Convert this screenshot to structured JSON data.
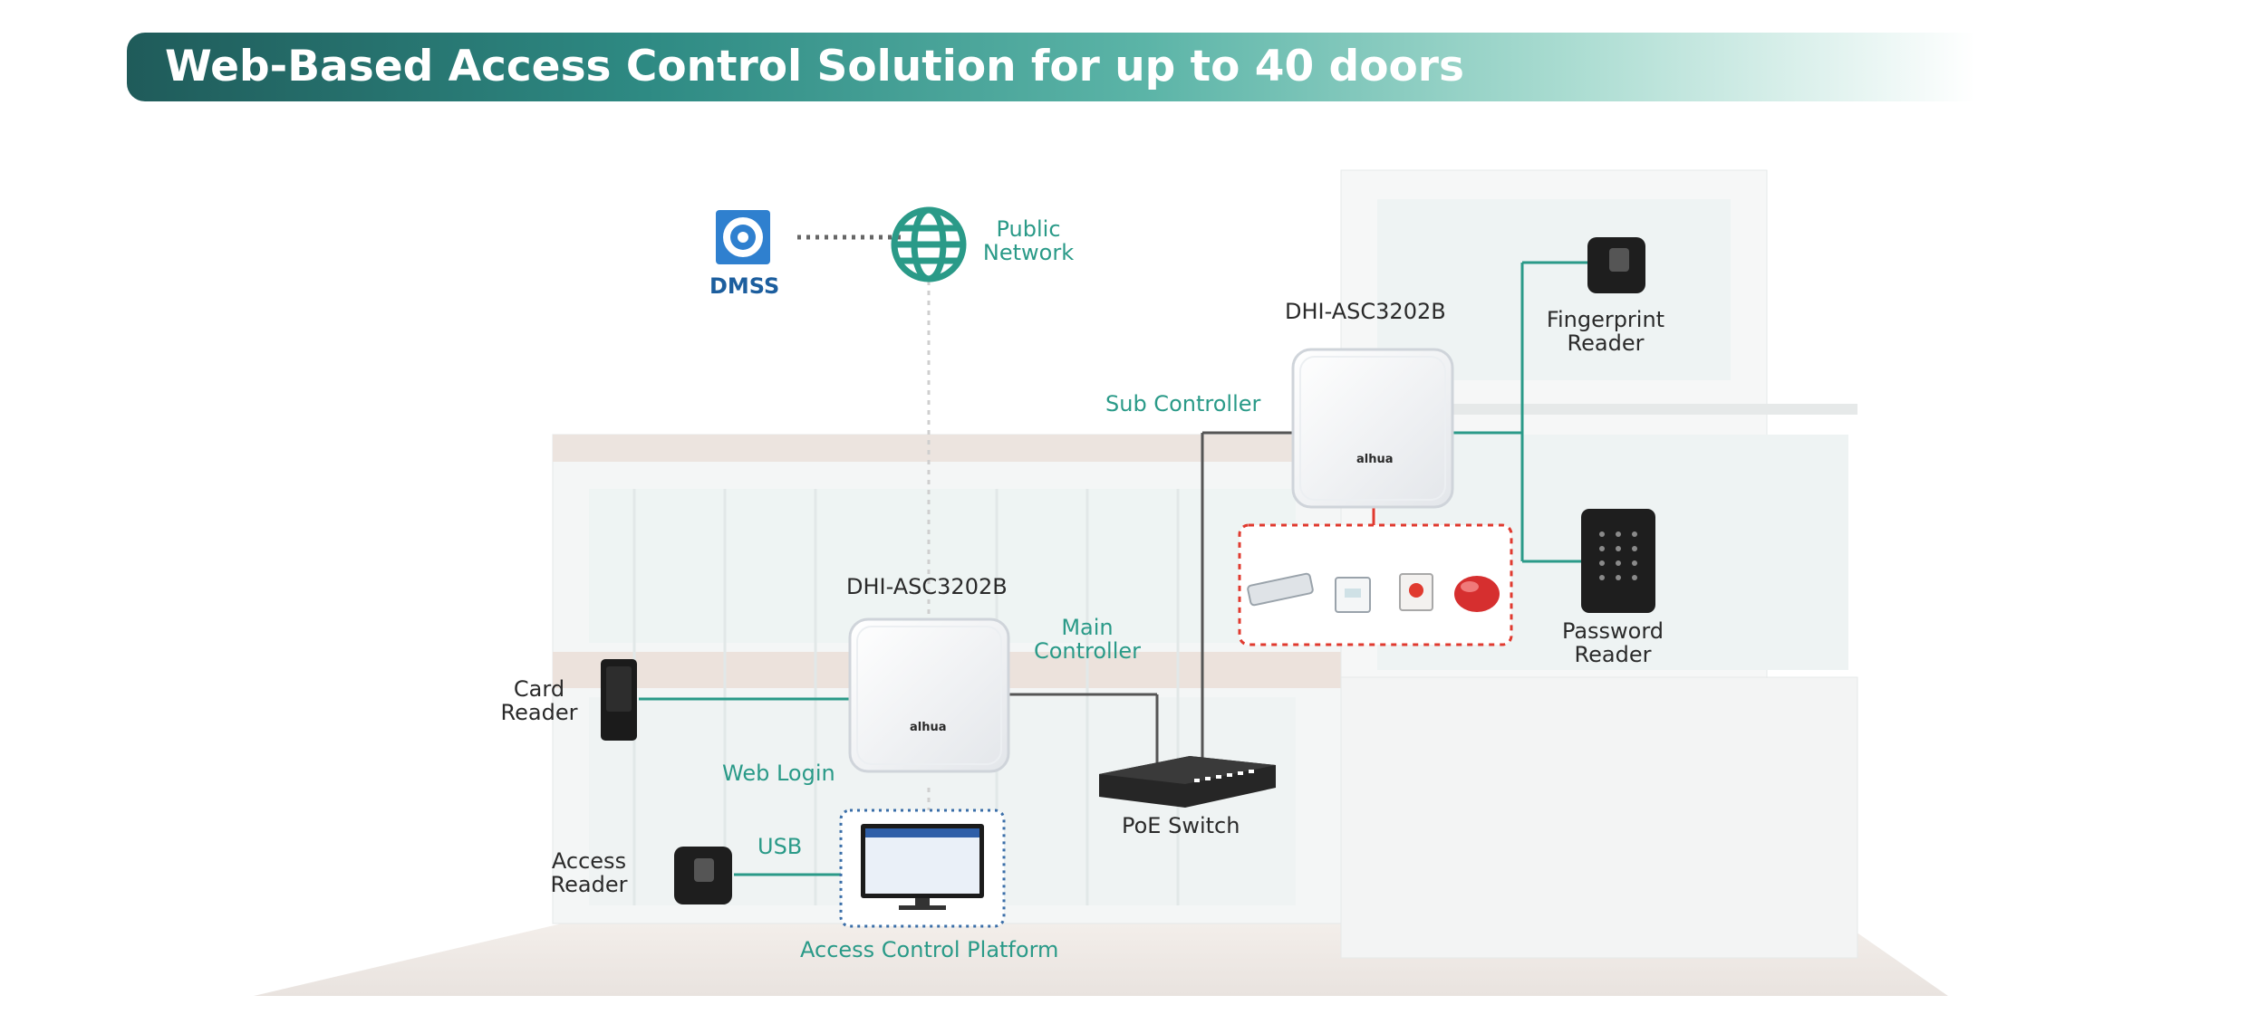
{
  "header": {
    "title": "Web-Based Access Control Solution for up to 40 doors"
  },
  "colors": {
    "banner_dark": "#1f5b5a",
    "banner_mid": "#5bb4a7",
    "teal_line": "#2a9a88",
    "alarm_red": "#e03a2f",
    "label_dark": "#2a2a2a"
  },
  "cloud": {
    "app_label": "DMSS",
    "network_line1": "Public",
    "network_line2": "Network"
  },
  "main_controller": {
    "model": "DHI-ASC3202B",
    "role_line1": "Main",
    "role_line2": "Controller",
    "brand": "alhua"
  },
  "sub_controller": {
    "model": "DHI-ASC3202B",
    "role": "Sub Controller",
    "brand": "alhua"
  },
  "readers": {
    "card": {
      "line1": "Card",
      "line2": "Reader"
    },
    "access": {
      "line1": "Access",
      "line2": "Reader"
    },
    "fingerprint": {
      "line1": "Fingerprint",
      "line2": "Reader"
    },
    "password": {
      "line1": "Password",
      "line2": "Reader"
    }
  },
  "links": {
    "web_login": "Web Login",
    "usb": "USB"
  },
  "switch": {
    "label": "PoE Switch"
  },
  "platform": {
    "label": "Access Control Platform"
  },
  "icons": [
    "dmss-app-icon",
    "globe-icon",
    "card-reader-icon",
    "fingerprint-reader-icon",
    "keypad-reader-icon",
    "access-reader-icon",
    "magnetic-lock-icon",
    "exit-button-icon",
    "emergency-button-icon",
    "alarm-siren-icon",
    "poe-switch-icon",
    "monitor-icon"
  ]
}
